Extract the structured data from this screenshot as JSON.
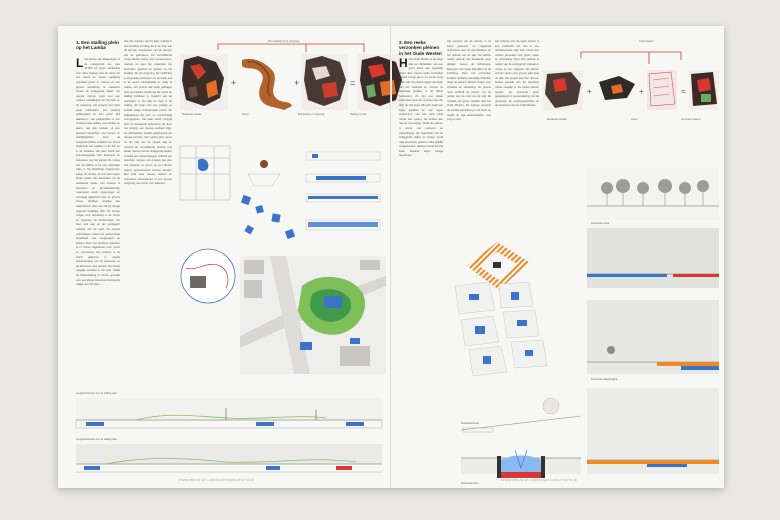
{
  "left_page": {
    "heading": "1. Een stalling plein op het Lamba",
    "col1_text": "Het terrein van Wageningen is de ondergrond van ruim 10.000 m2 groen. Aanleiding voor deze ingreep was de wens om een nieuw en verder weelderig openbaar groen te creëren en een groene aansluiting te realiseren tussen de omliggende wijken. De nieuwe ingreep zorgt voor een verdere ontwikkeling van het plein en de omgeving. Het ontwerp kent twee grote onderdelen: een verdiept parkeerplein en een groen dek daarboven. Het parkeerplein is een ondergrondse stalling voor fietsen en auto's. Het dek bestaat uit een glooiend landschap met bomen en verblijfsplekken. Door de hoogteverschillen ontstaat een divers landschap met plekken in de zon en in de schaduw. Het plein wordt een ontmoetingsplek voor bewoners en bezoekers van het gebied. De entree van de stalling is op een natuurlijke wijze in het landschap opgenomen. Langs de randen van het plein lopen brede paden die aansluiten op de bestaande routes. Het ontwerp is duurzaam en klimaatbestendig: regenwater wordt opgevangen en vertraagd afgevoerd naar de groene zones. Hierdoor ontstaat een waterrobuust plein dat ook bij hevige regenval bruikbaar blijft. De bomen zorgen voor verkoeling in de zomer en vergroten de biodiversiteit. Het plein sluit aan op het ecologisch netwerk van de stad. De nieuwe verbindingen maken het gebied beter bereikbaar voor voetgangers en fietsers. Door het verdiepte parkeren is er ruimte vrijgekomen voor groen en ontmoeting. Het ontwerp is tot stand gekomen in nauwe samenwerking met de gemeente en de bewoners. Hun wensen zijn zoveel mogelijk verwerkt in het plan. Naast de fietsenstalling is ruimte gemaakt voor een kleine horecavoorziening die uitkijkt over het plein.",
    "col2_text": "Het ruim ontwerp van het plein voorziet in een flexibele invulling die in de loop van de tijd kan meegroeien met de wensen van de gebruikers. De verschillende zones bieden ruimte voor evenementen, markten en spel. De materialen zijn duurzaam gekozen en passen bij het karakter van de omgeving. De verlichting is zorgvuldig ontworpen om het plein ook in de avond aantrekkelijk en veilig te maken. Het groene dek wordt gedragen door een slanke constructie die vanuit de stalling zichtbaar is. Daglicht valt via openingen in het dek tot diep in de stalling. Dit zorgt voor een prettige en sociale veilige ondergrondse ruimte. De hellingbanen zijn ruim en overzichtelijk vormgegeven. Het plein wordt omringd door de bestaande bebouwing die door het ontwerp een nieuwe voorkant krijgt. De pleinwanden worden geactiveerd met nieuwe functies. Het Lamba plein vormt zo het hart van de nieuwe wijk en verbindt de verschillende buurten met elkaar. Samen met de omliggende straten ontstaat een samenhangend netwerk van openbare ruimten. Het ontwerp laat zien hoe parkeren en groen op een slimme manier gecombineerd kunnen worden. Een plek waar wonen, werken en ontmoeten samenkomen in een groene omgeving met ruimte voor iedereen.",
    "diagram_title": "Het Lambapl op de omgeving",
    "caption_1": "Lengtedoorsnede over de stalling plein",
    "caption_2": "Lengtedoorsnede over de stalling plein",
    "caption_top_1": "Bestaande situatie",
    "caption_top_2": "Groen",
    "caption_top_3": "Bebouwing en omgeving",
    "caption_top_4": "Stalling en plein",
    "footer": "STEDENBOUW EN LANDSCHAPSARCHITECTUUR"
  },
  "right_page": {
    "heading": "2. Een reeks verzonken pleinen in het Oude Westen",
    "col1_text": "Het Oude Westen is de enige wijk van Rotterdam met een groot tekort aan openbaar groen. Een nieuwe reeks verzonken pleinen brengt groen en ruimte terug in de wijk. De pleinen liggen iets lager dan het maaiveld en vormen zo beschutte plekken in de dichte bebouwing. Ze zijn met elkaar verbonden door een groene route die door de wijk loopt. Elk plein heeft een eigen karakter en een eigen programma. Het ene plein biedt ruimte aan spelen, het andere aan rust en ontmoeting. Onder de pleinen is ruimte voor parkeren en waterberging. Het regenwater van de omliggende daken en straten wordt naar de pleinen geleid en daar tijdelijk vastgehouden. Hierdoor wordt de wijk beter bestand tegen hevige regenbuien.",
    "col2_text": "Het ontwerp van de pleinen is tot stand gekomen na uitgebreid onderzoek naar de geschiedenis en het gebruik van de wijk. De pleinen maken gebruik van bestaande open plekken tussen de bebouwing. Bewoners zijn nauw betrokken bij de inrichting. Door het verzonken karakter ontstaan natuurlijke zitranden langs de pleinen. Bomen zorgen voor schaduw en verkoeling. De groene route verbindt de pleinen met de parken aan de rand van de wijk. Zo ontstaat een groen netwerk door het Oude Westen. De ingreep versterkt de sociale samenhang in de buurt en maakt de wijk aantrekkelijker voor jong en oud.",
    "col3_text": "Het ontwerp voor de reeks pleinen is een voorbeeld van hoe in een dichtbebouwde wijk toch ruimte kan worden gevonden voor groen, water en ontmoeting. Door slim gebruik te maken van de ondergrond ontstaat er ruimte op het maaiveld. De pleinen vormen samen een groene ader door de wijk. Het project laat zien dat een andere aanpak van de openbare ruimte mogelijk is. De eerste pleinen worden de komende jaren gerealiseerd in samenwerking met de gemeente, de woningcorporaties en de bewoners van het Oude Westen.",
    "diagram_title": "Oude Westen",
    "caption_top_1": "Bestaande situatie",
    "caption_top_2": "Groen",
    "caption_top_3": "Verzonken pleinen",
    "caption_section_1": "Dwarsdoorsnede",
    "caption_section_2": "Doorsnede plein",
    "caption_section_3": "Doorsnede straat",
    "caption_section_4": "Doorsnede waterberging",
    "footer": "STEDENBOUW EN LANDSCHAPSARCHITECTUUR"
  },
  "colors": {
    "accent_red": "#d8362f",
    "accent_blue": "#3a73c8",
    "accent_orange": "#f08a24",
    "paper": "#f7f7f5"
  }
}
